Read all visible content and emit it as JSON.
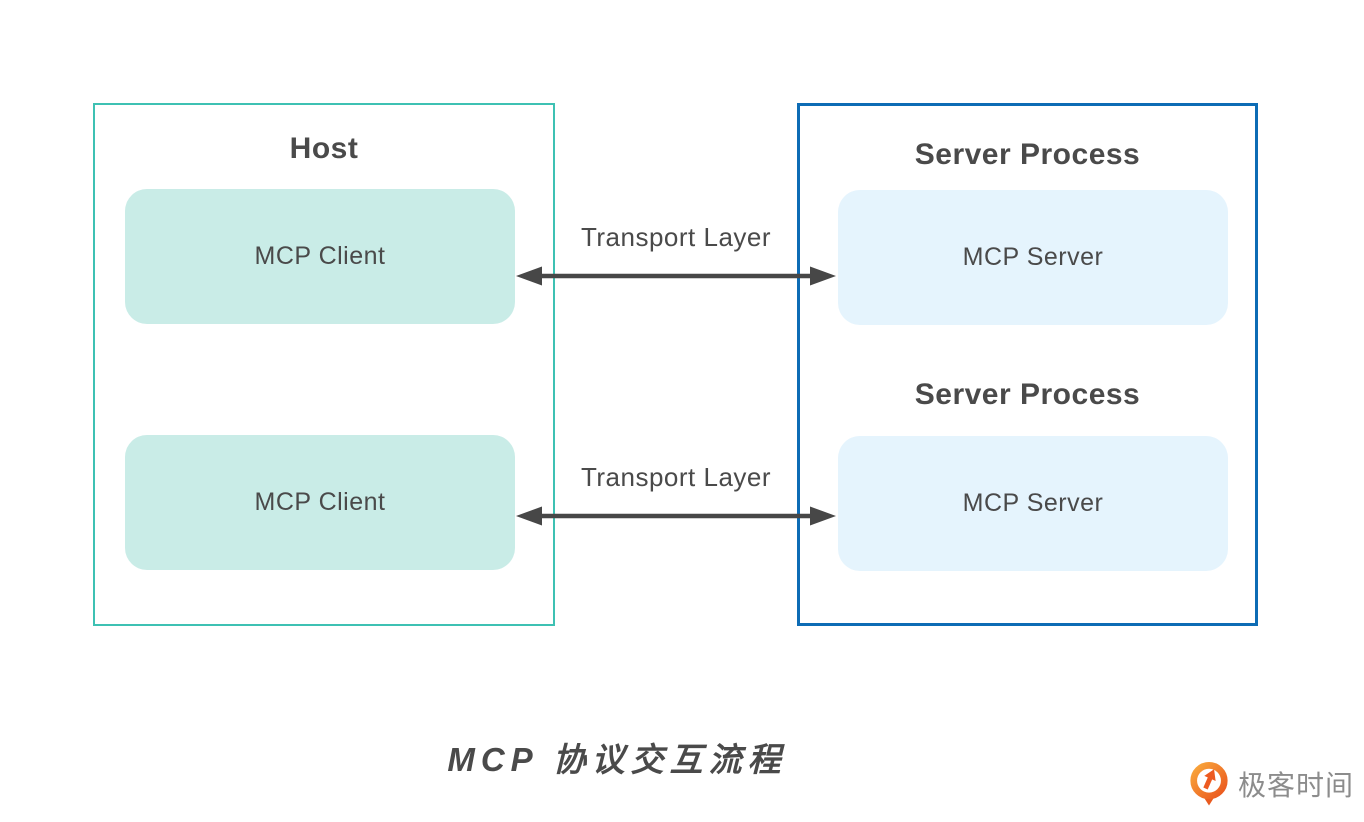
{
  "diagram": {
    "host": {
      "title": "Host",
      "clients": [
        {
          "label": "MCP Client"
        },
        {
          "label": "MCP Client"
        }
      ]
    },
    "server_side": {
      "sections": [
        {
          "title": "Server Process",
          "box_label": "MCP Server"
        },
        {
          "title": "Server Process",
          "box_label": "MCP Server"
        }
      ]
    },
    "connections": [
      {
        "label": "Transport Layer"
      },
      {
        "label": "Transport Layer"
      }
    ],
    "caption": "MCP 协议交互流程"
  },
  "branding": {
    "logo_text": "极客时间",
    "logo_icon": "geektime-orange-q-arrow"
  },
  "colors": {
    "host_border": "#3EC1B3",
    "client_fill": "#C9ECE7",
    "server_border": "#0D6CB5",
    "server_fill": "#E5F4FD",
    "text_dark": "#4A4A4A",
    "arrow_color": "#474747",
    "logo_orange": "#ED5A20",
    "logo_text_gray": "#8C8C8C"
  }
}
